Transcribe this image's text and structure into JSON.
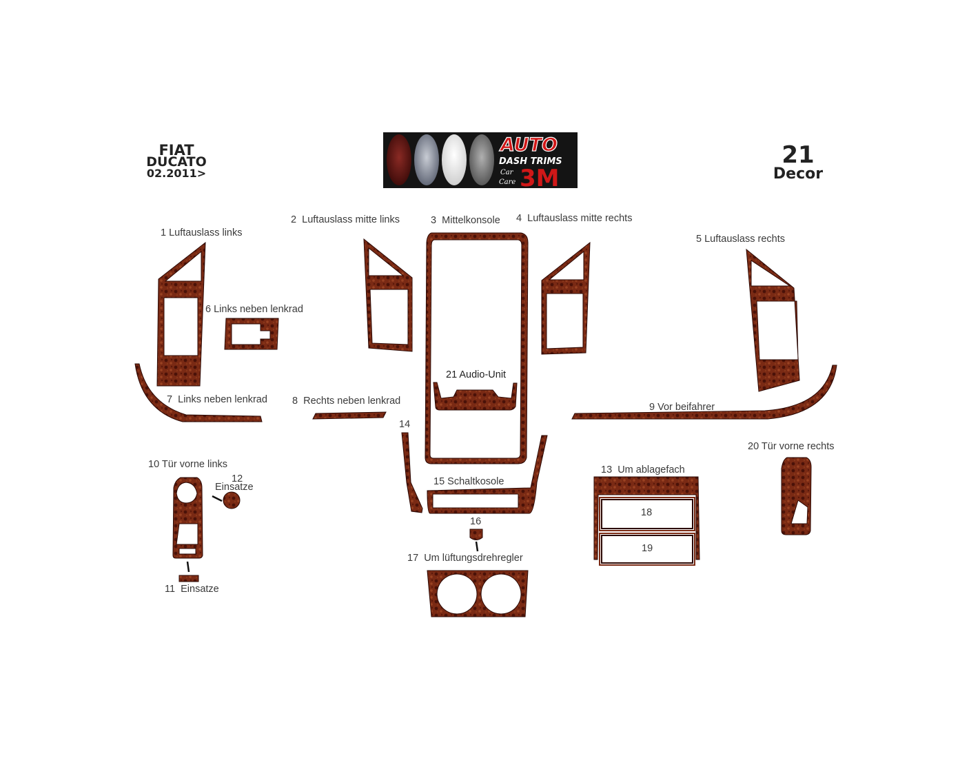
{
  "header": {
    "make": "FIAT",
    "model": "DUCATO",
    "year": "02.2011>",
    "piece_count": "21",
    "finish": "Decor"
  },
  "logo": {
    "line1": "AUTO",
    "line2": "DASH TRIMS",
    "car": "Car",
    "care": "Care",
    "brand": "3M"
  },
  "parts": [
    {
      "num": "1",
      "name": "Luftauslass links"
    },
    {
      "num": "2",
      "name": "Luftauslass mitte links"
    },
    {
      "num": "3",
      "name": "Mittelkonsole"
    },
    {
      "num": "4",
      "name": "Luftauslass mitte rechts"
    },
    {
      "num": "5",
      "name": "Luftauslass rechts"
    },
    {
      "num": "6",
      "name": "Links neben lenkrad"
    },
    {
      "num": "7",
      "name": "Links neben lenkrad"
    },
    {
      "num": "8",
      "name": "Rechts neben lenkrad"
    },
    {
      "num": "9",
      "name": "Vor beifahrer"
    },
    {
      "num": "10",
      "name": "Tür vorne links"
    },
    {
      "num": "11",
      "name": "Einsatze"
    },
    {
      "num": "12",
      "name": "Einsatze"
    },
    {
      "num": "13",
      "name": "Um ablagefach"
    },
    {
      "num": "14",
      "name": ""
    },
    {
      "num": "15",
      "name": "Schaltkosole"
    },
    {
      "num": "16",
      "name": ""
    },
    {
      "num": "17",
      "name": "Um lüftungsdrehregler"
    },
    {
      "num": "18",
      "name": ""
    },
    {
      "num": "19",
      "name": ""
    },
    {
      "num": "20",
      "name": "Tür vorne rechts"
    },
    {
      "num": "21",
      "name": "Audio-Unit"
    }
  ],
  "colors": {
    "wood": "#7a2a14",
    "wood_dark": "#4a1208",
    "wood_light": "#9a4222",
    "logo_red": "#d01818"
  }
}
